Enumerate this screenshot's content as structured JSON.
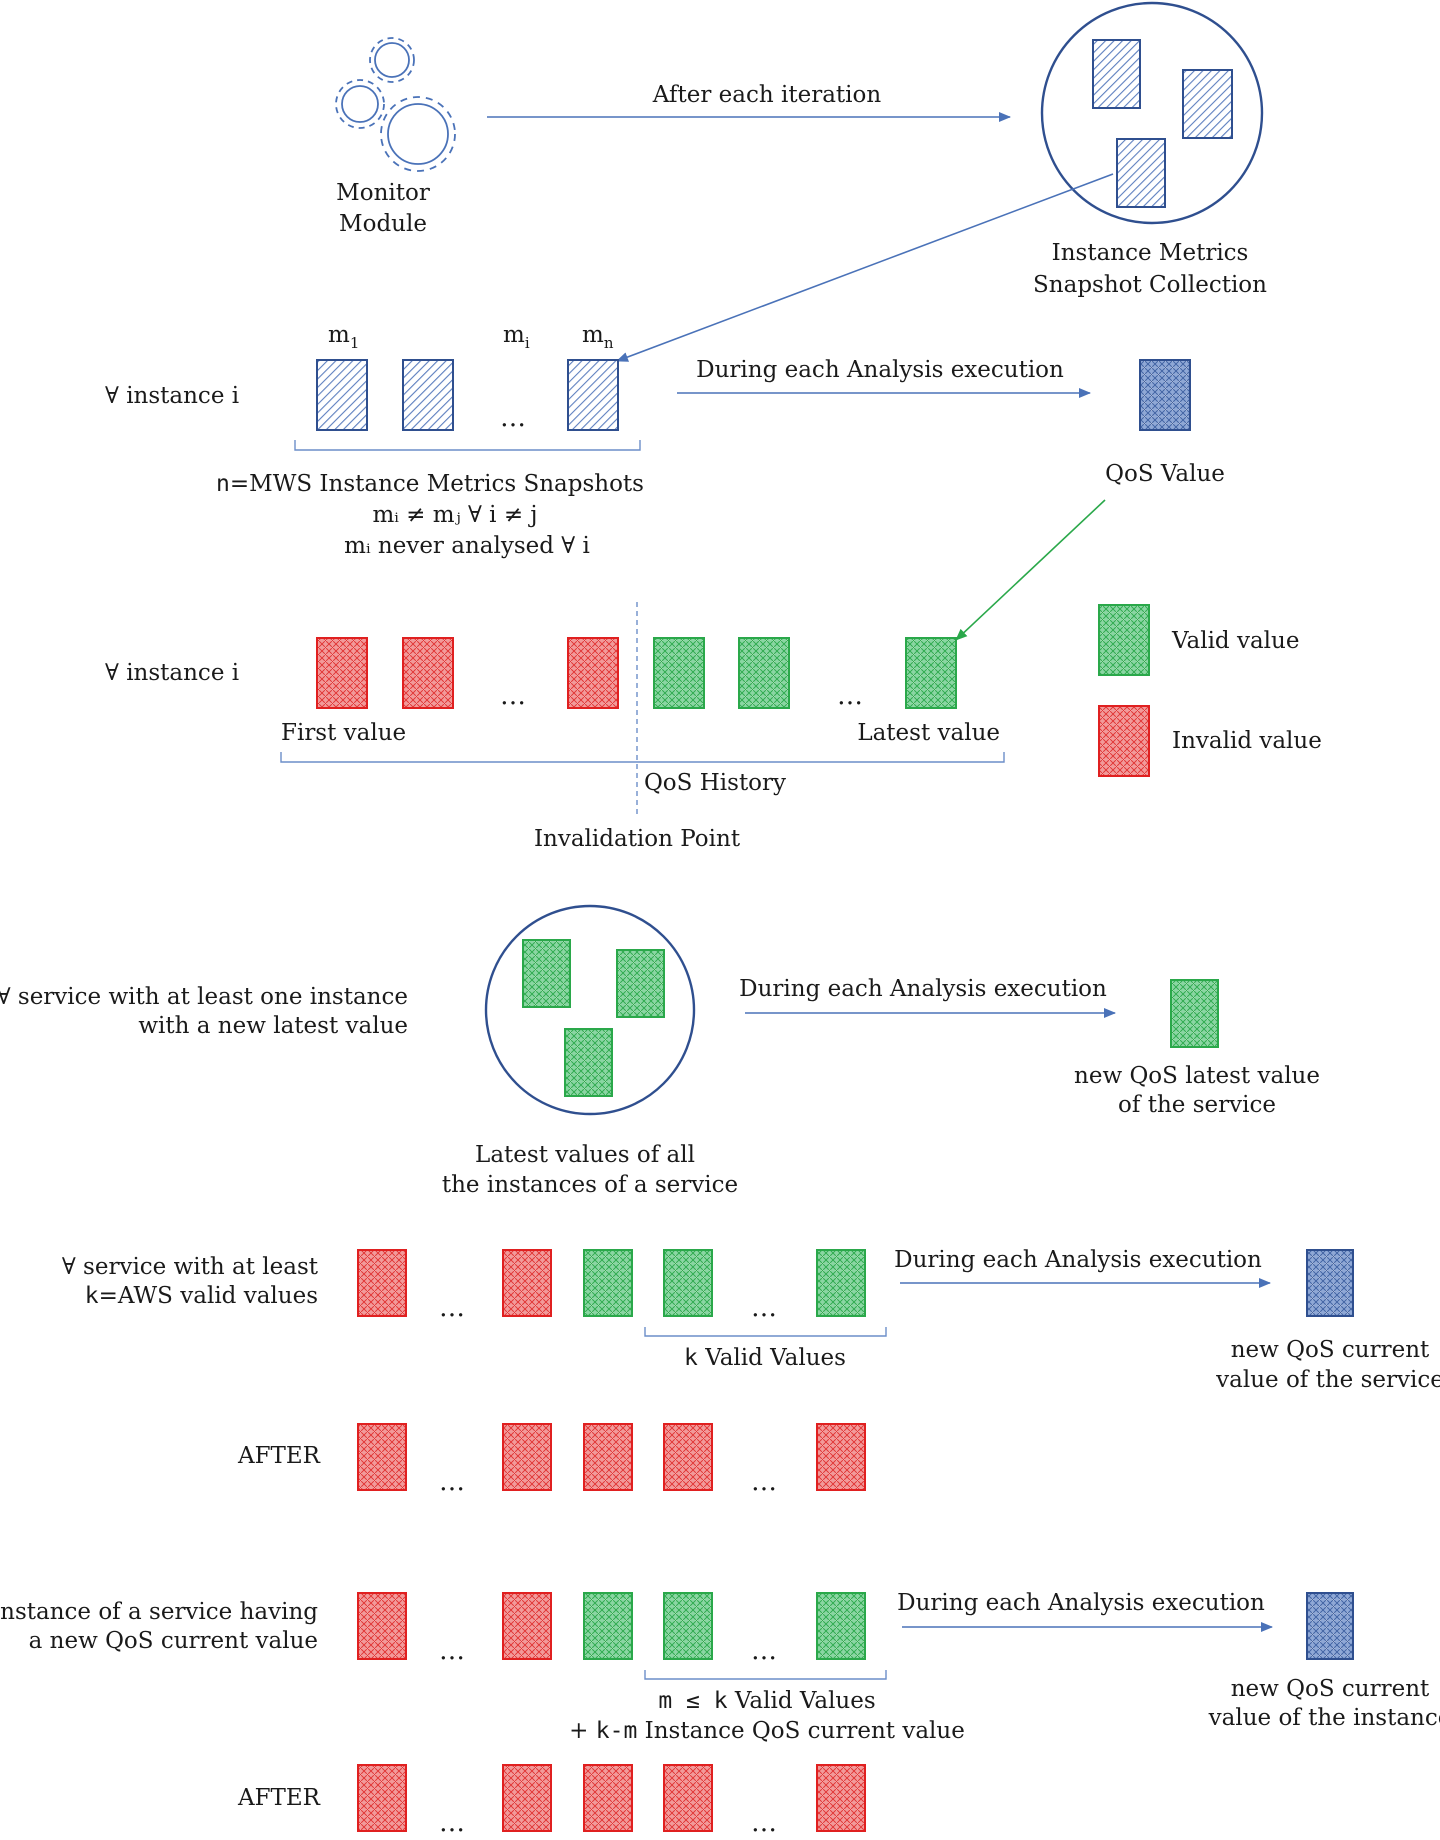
{
  "colors": {
    "blue": "#2f4f8f",
    "blue_fill": "#7f9ccf",
    "green": "#2aa84a",
    "green_fill": "#7fd39a",
    "red": "#e02020",
    "red_fill": "#f08a8a",
    "arrow": "#4a72b8"
  },
  "icons": {
    "monitor": "gears-icon",
    "snapshot": "hatched-rectangle-icon"
  },
  "section1": {
    "monitor_line1": "Monitor",
    "monitor_line2": "Module",
    "arrow_label": "After each iteration",
    "collection_line1": "Instance Metrics",
    "collection_line2": "Snapshot Collection"
  },
  "section2": {
    "row_label": "∀ instance i",
    "m1_base": "m",
    "m1_sub": "1",
    "mi_base": "m",
    "mi_sub": "i",
    "mn_base": "m",
    "mn_sub": "n",
    "dots": "…",
    "arrow_label": "During each Analysis execution",
    "result_label": "QoS Value",
    "caption_line1_mono": "n",
    "caption_line1_rest": "=MWS Instance Metrics Snapshots",
    "caption_line2": "mᵢ ≠ mⱼ ∀ i ≠ j",
    "caption_line3": "mᵢ never analysed ∀ i"
  },
  "section3": {
    "row_label": "∀ instance i",
    "dots_left": "…",
    "dots_right": "…",
    "first_label": "First value",
    "latest_label": "Latest value",
    "history_label": "QoS History",
    "invalidation_label": "Invalidation Point",
    "legend_valid": "Valid value",
    "legend_invalid": "Invalid value"
  },
  "section4": {
    "row_label_line1": "∀ service with at least one instance",
    "row_label_line2": "with a new latest value",
    "caption_line1": "Latest values of all",
    "caption_line2": "the instances of a service",
    "arrow_label": "During each Analysis execution",
    "result_line1": "new QoS latest value",
    "result_line2": "of the service"
  },
  "section5": {
    "row_label_line1": "∀ service with at least",
    "row_label_line2_mono": "k",
    "row_label_line2_rest": "=AWS valid values",
    "dots_left": "…",
    "dots_right": "…",
    "brace_mono": "k",
    "brace_rest": " Valid Values",
    "arrow_label": "During each Analysis execution",
    "result_line1": "new QoS current",
    "result_line2": "value of the service",
    "after_label": "AFTER"
  },
  "section6": {
    "row_label_line1": "∀ instance of a service having",
    "row_label_line2": "a new QoS current value",
    "dots_left": "…",
    "dots_right": "…",
    "brace_line1_mono": "m ≤ k",
    "brace_line1_rest": " Valid Values",
    "brace_line2_pre": "+ ",
    "brace_line2_mono": "k-m",
    "brace_line2_rest": " Instance QoS current value",
    "arrow_label": "During each Analysis execution",
    "result_line1": "new QoS current",
    "result_line2": "value of the instance",
    "after_label": "AFTER"
  }
}
